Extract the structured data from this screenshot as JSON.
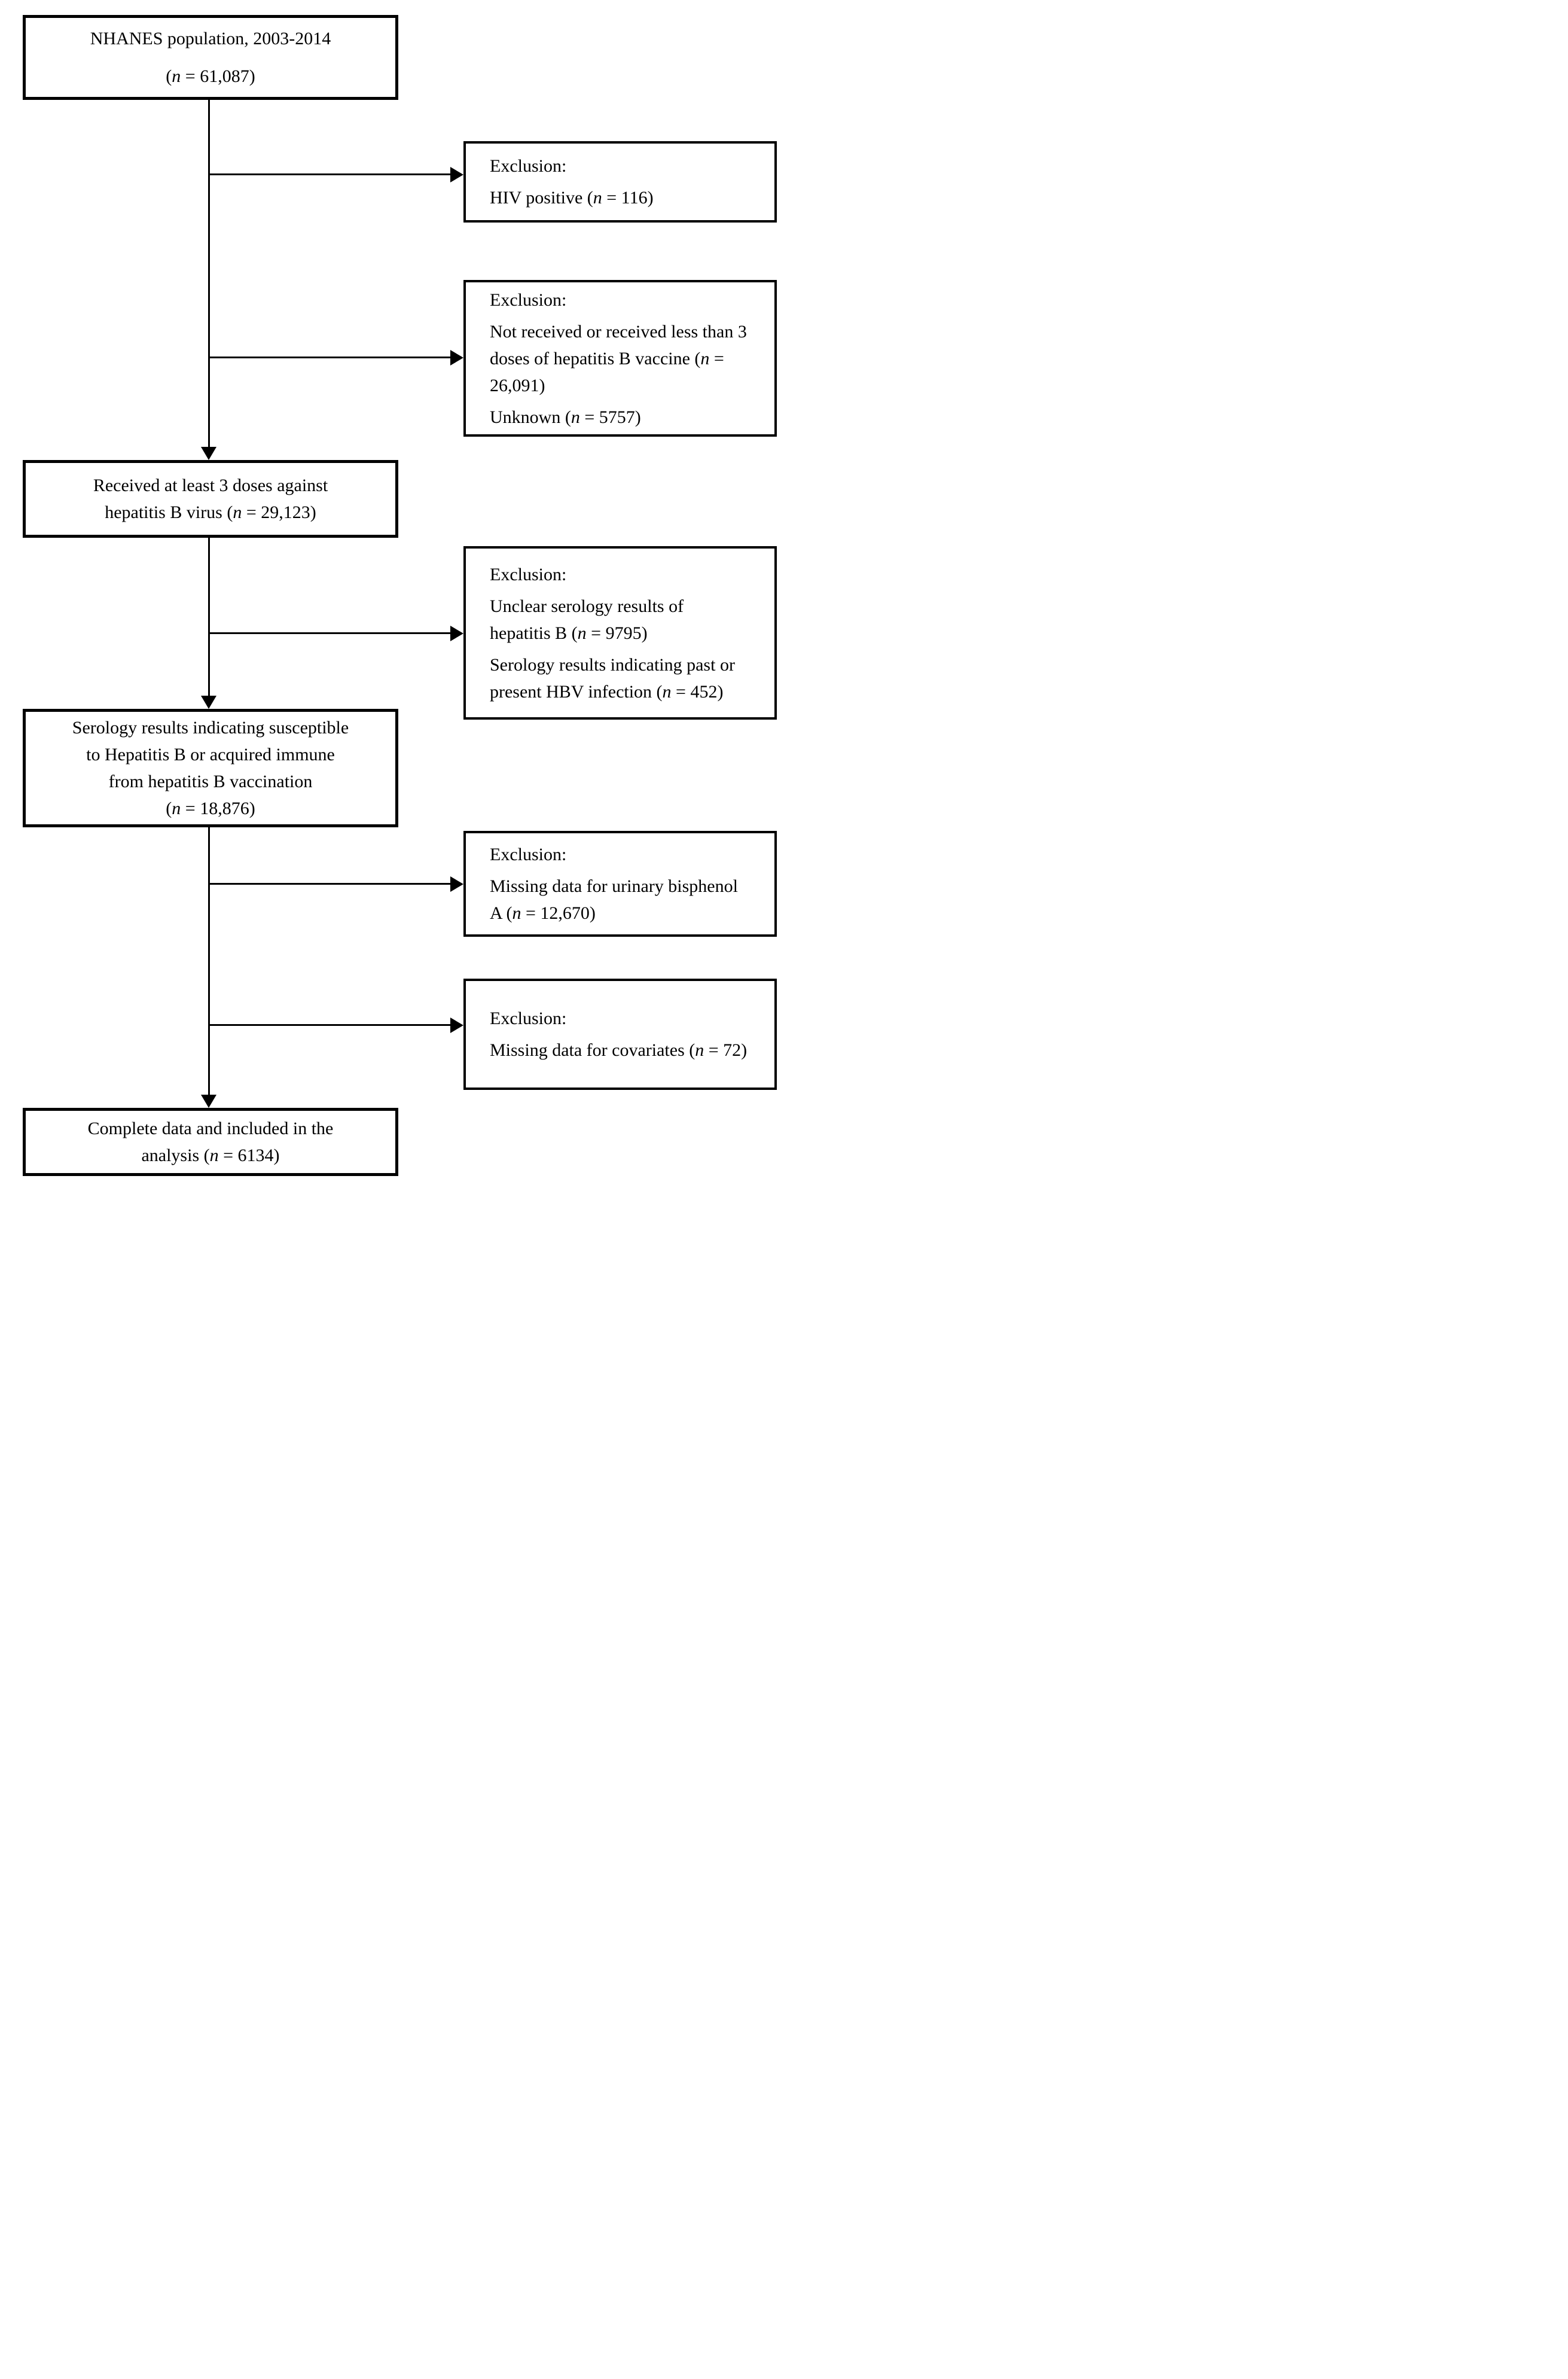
{
  "page": {
    "background_color": "#ffffff",
    "line_color": "#000000",
    "text_color": "#000000"
  },
  "flowchart": {
    "main_boxes": [
      {
        "id": "nhanes-population",
        "lines": [
          "NHANES population, 2003-2014",
          "(n = 61,087)"
        ]
      },
      {
        "id": "received-3-doses",
        "lines": [
          "Received at least 3 doses against",
          "hepatitis B virus (n = 29,123)"
        ]
      },
      {
        "id": "serology-susceptible-or-immune",
        "lines": [
          "Serology results indicating susceptible",
          "to Hepatitis B or acquired immune",
          "from hepatitis B vaccination",
          "(n = 18,876)"
        ]
      },
      {
        "id": "complete-data-included",
        "lines": [
          "Complete data and included in the",
          "analysis (n = 6134)"
        ]
      }
    ],
    "exclusion_boxes": [
      {
        "id": "exclusion-hiv",
        "label": "Exclusion:",
        "items": [
          "HIV positive (n = 116)"
        ]
      },
      {
        "id": "exclusion-vaccine-doses",
        "label": "Exclusion:",
        "items": [
          "Not received or received less than 3 doses of hepatitis B vaccine (n = 26,091)",
          "Unknown (n = 5757)"
        ]
      },
      {
        "id": "exclusion-serology",
        "label": "Exclusion:",
        "items": [
          "Unclear serology results of hepatitis B (n = 9795)",
          "Serology results indicating past or present HBV infection (n = 452)"
        ]
      },
      {
        "id": "exclusion-urinary-bpa",
        "label": "Exclusion:",
        "items": [
          "Missing data for urinary bisphenol A (n = 12,670)"
        ]
      },
      {
        "id": "exclusion-covariates",
        "label": "Exclusion:",
        "items": [
          "Missing data for covariates (n = 72)"
        ]
      }
    ]
  }
}
